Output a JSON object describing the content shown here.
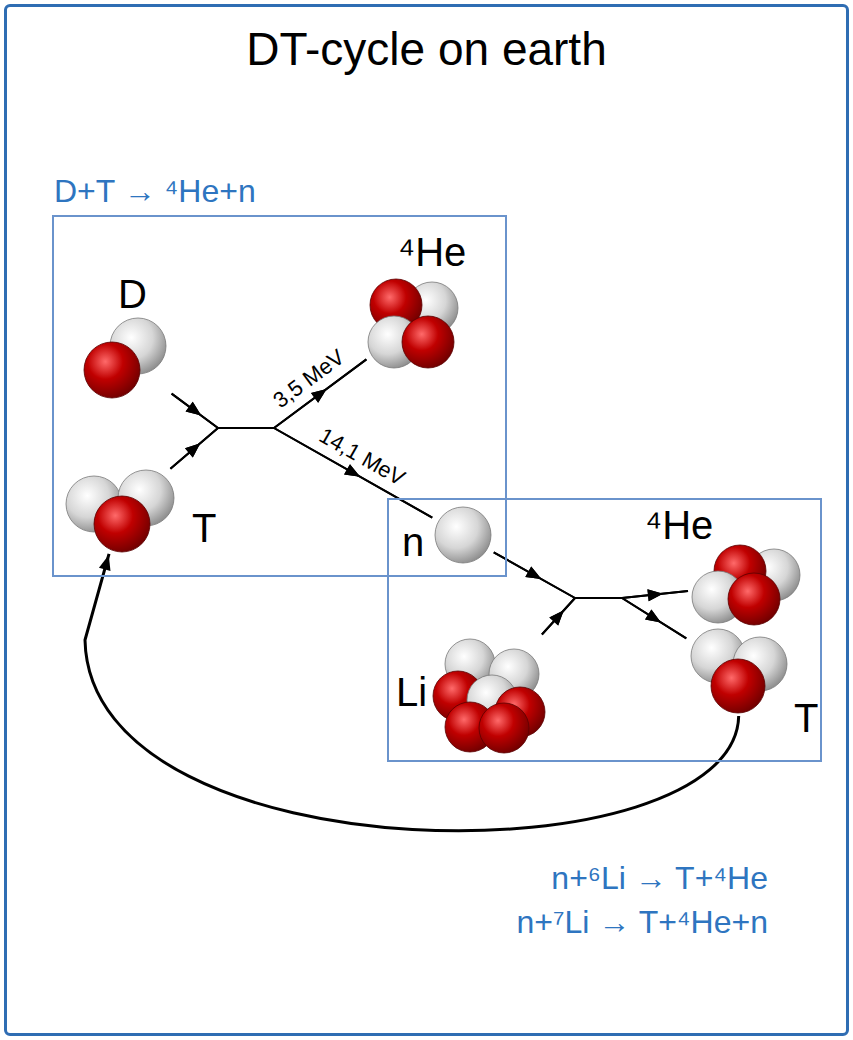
{
  "diagram": {
    "title": "DT-cycle on earth",
    "nodes": [
      {
        "text": [
          "D+T → ⁴He+n"
        ]
      },
      {
        "text": [
          "D"
        ],
        "in": 0
      },
      {
        "text": [
          "⁴He"
        ],
        "in": 0
      },
      {
        "text": [
          "T"
        ],
        "in": 0
      },
      {
        "text": [
          "n"
        ],
        "in": 0
      },
      {
        "text": []
      },
      {
        "text": [
          "Li"
        ],
        "in": 5
      },
      {
        "text": [
          "⁴He"
        ],
        "in": 5
      },
      {
        "text": [
          "T"
        ],
        "in": 5
      }
    ],
    "edges": [
      {
        "from": 1,
        "to": 2,
        "arrow": "to",
        "label": "3,5 MeV"
      },
      {
        "from": 1,
        "to": 4,
        "arrow": "to",
        "label": "14,1 MeV"
      },
      {
        "from": 3,
        "to": 2,
        "arrow": "to"
      },
      {
        "from": 3,
        "to": 4,
        "arrow": "to"
      },
      {
        "from": 4,
        "to": 7,
        "arrow": "to"
      },
      {
        "from": 4,
        "to": 8,
        "arrow": "to"
      },
      {
        "from": 6,
        "to": 7,
        "arrow": "to"
      },
      {
        "from": 6,
        "to": 8,
        "arrow": "to"
      },
      {
        "from": 8,
        "to": 3,
        "arrow": "to"
      }
    ],
    "labels": [
      "n+⁶Li → T+⁴He",
      "n+⁷Li → T+⁴He+n"
    ]
  }
}
